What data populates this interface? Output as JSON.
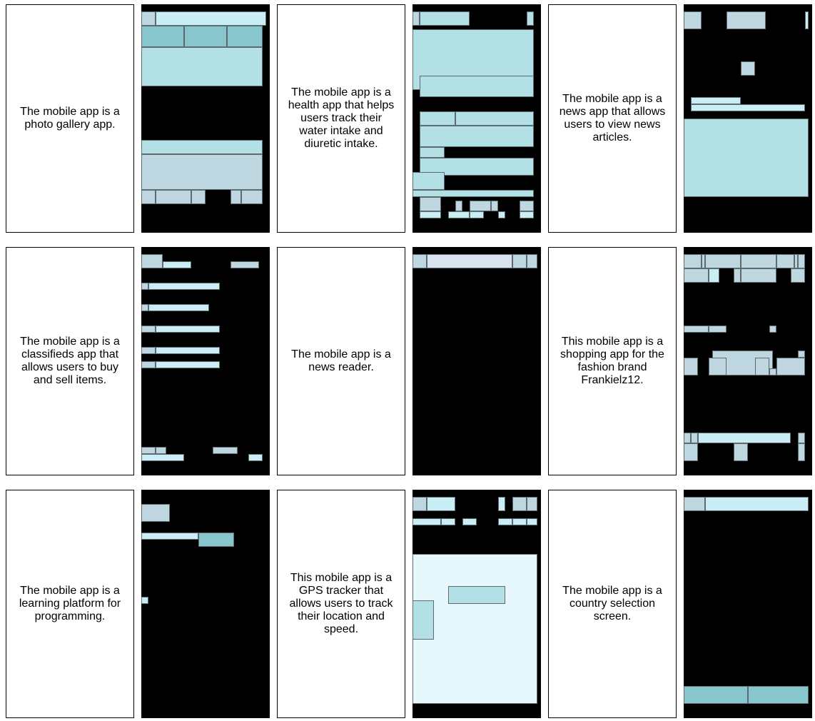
{
  "palette": {
    "light_cyan": "#c9eef5",
    "pale_cyan": "#e6f8fb",
    "mid_cyan": "#b2e0e5",
    "teal": "#86c6cc",
    "slate": "#bdd6df",
    "lavender": "#d8e3ee"
  },
  "panels": [
    {
      "description": "The mobile app is a photo gallery app."
    },
    {
      "description": "The mobile app is a health app that helps users track their water intake and diuretic intake."
    },
    {
      "description": "The mobile app is a news app that allows users to view news articles."
    },
    {
      "description": "The mobile app is a classifieds app that allows users to buy and sell items."
    },
    {
      "description": "The mobile app is a news reader."
    },
    {
      "description": "This mobile app is a shopping app for the fashion brand Frankielz12."
    },
    {
      "description": "The mobile app is a learning platform for programming."
    },
    {
      "description": "This mobile app is a GPS tracker that allows users to track their location and speed."
    },
    {
      "description": "The mobile app is a country selection screen."
    }
  ]
}
